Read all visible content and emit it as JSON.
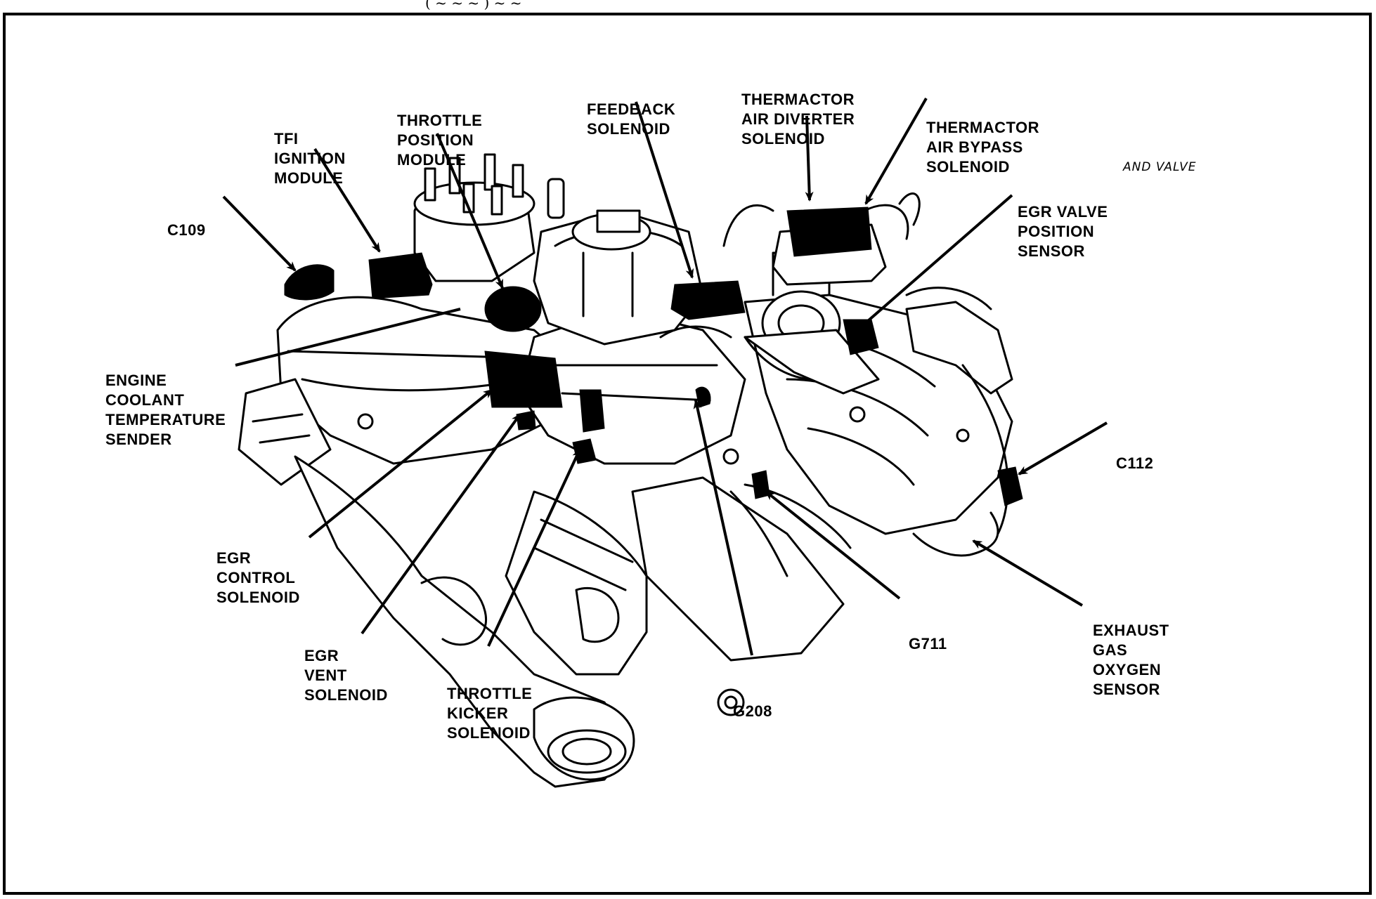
{
  "top_scrawl": "( ~ ~  ~ )   ~ ~",
  "handwritten_note": "AND VALVE",
  "labels": {
    "tfi": [
      "TFI",
      "IGNITION",
      "MODULE"
    ],
    "throttle_position": [
      "THROTTLE",
      "POSITION",
      "MODULE"
    ],
    "feedback": [
      "FEEDBACK",
      "SOLENOID"
    ],
    "thermactor_diverter": [
      "THERMACTOR",
      "AIR DIVERTER",
      "SOLENOID"
    ],
    "thermactor_bypass": [
      "THERMACTOR",
      "AIR BYPASS",
      "SOLENOID"
    ],
    "egr_valve_position": [
      "EGR VALVE",
      "POSITION",
      "SENSOR"
    ],
    "c109": [
      "C109"
    ],
    "engine_coolant": [
      "ENGINE",
      "COOLANT",
      "TEMPERATURE",
      "SENDER"
    ],
    "c112": [
      "C112"
    ],
    "egr_control": [
      "EGR",
      "CONTROL",
      "SOLENOID"
    ],
    "egr_vent": [
      "EGR",
      "VENT",
      "SOLENOID"
    ],
    "throttle_kicker": [
      "THROTTLE",
      "KICKER",
      "SOLENOID"
    ],
    "g208": [
      "G208"
    ],
    "g711": [
      "G711"
    ],
    "exhaust_gas": [
      "EXHAUST",
      "GAS",
      "OXYGEN",
      "SENSOR"
    ]
  }
}
